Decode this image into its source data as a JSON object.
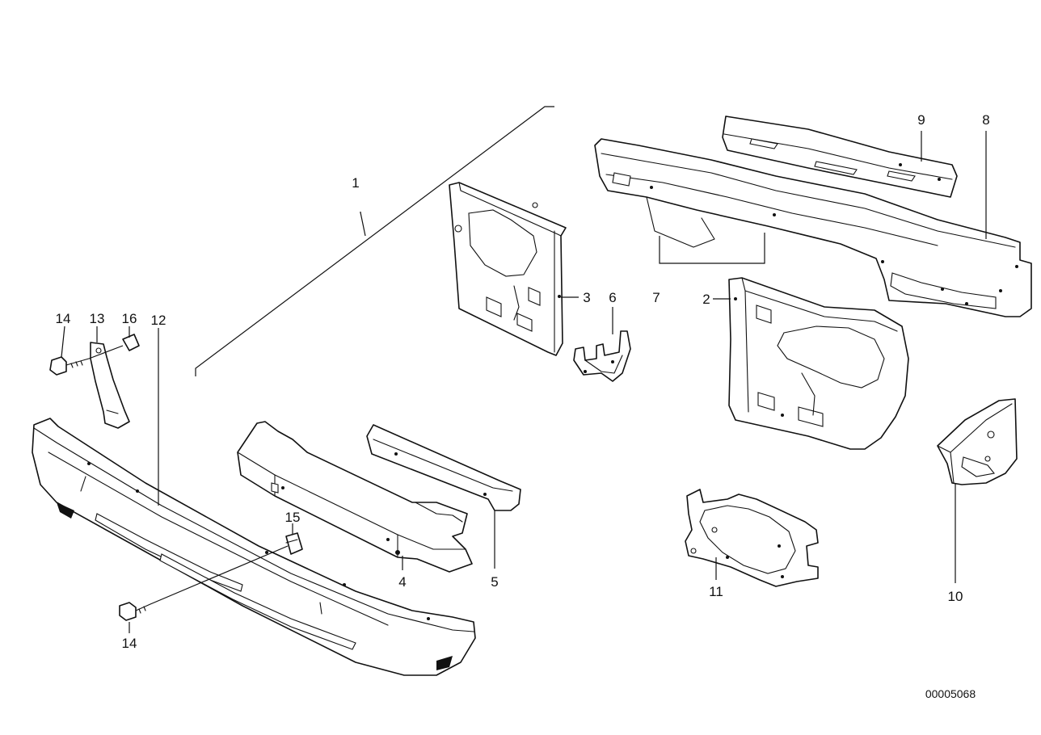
{
  "callouts": {
    "c1": "1",
    "c2": "2",
    "c3": "3",
    "c4": "4",
    "c5": "5",
    "c6": "6",
    "c7": "7",
    "c8": "8",
    "c9": "9",
    "c10": "10",
    "c11": "11",
    "c12": "12",
    "c13": "13",
    "c14a": "14",
    "c14b": "14",
    "c15": "15",
    "c16": "16"
  },
  "drawing_number": "00005068"
}
